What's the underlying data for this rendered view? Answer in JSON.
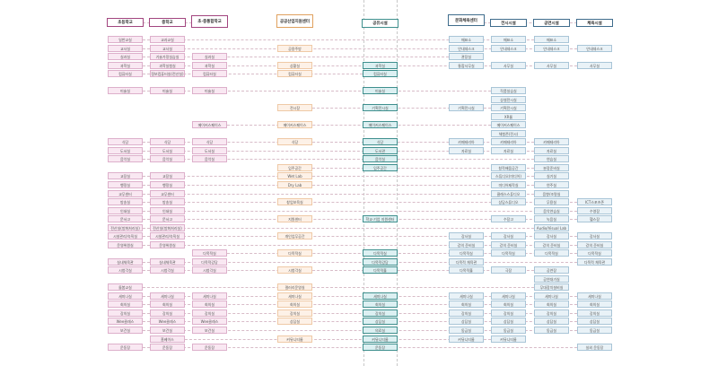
{
  "colors": {
    "pink_fill": "#f9e8f2",
    "pink_border": "#ddb0cb",
    "pink_header": "#a2457f",
    "orange_fill": "#fdf1e7",
    "orange_border": "#efc9a6",
    "orange_header": "#e0a15e",
    "teal_fill": "#dcf0f2",
    "teal_border": "#3e8f8d",
    "blue_fill": "#e9f2f7",
    "blue_border": "#a9c5d7",
    "blue_header": "#3f6c8c"
  },
  "columns": [
    {
      "key": "elem",
      "theme": "pink",
      "header": "초등학교",
      "items": [
        "일반교실",
        "교사실",
        "실과실",
        "과학실",
        "컴퓨터실",
        null,
        "미술실",
        null,
        null,
        null,
        null,
        null,
        "식당",
        "도서실",
        "음악실",
        null,
        "교장실",
        "행정실",
        "교무센터",
        "방송실",
        "인쇄실",
        "문서고",
        "전산실(방화처리실)",
        "시설관리/숙직실",
        "운영위원실",
        null,
        "실내체육관",
        "시청각실",
        null,
        "돌봄교실",
        "세미나실",
        "회의실",
        "강의실",
        "Wee클래스",
        "보건실",
        null,
        "운동장"
      ]
    },
    {
      "key": "middle",
      "theme": "pink",
      "header": "중학교",
      "items": [
        "교과교실",
        "교사실",
        "기술가정실습실",
        "과학실험실",
        "정보컴퓨터실(전산실)",
        null,
        "미술실",
        null,
        null,
        null,
        null,
        null,
        "식당",
        "도서실",
        "음악실",
        null,
        "교장실",
        "행정실",
        "교무센터",
        "방송실",
        "인쇄실",
        "문서고",
        "전산실(방화처리실)",
        "시설관리/숙직실",
        "운영위원실",
        null,
        "실내체육관",
        "시청각실",
        null,
        null,
        "세미나실",
        "회의실",
        "강의실",
        "Wee클래스",
        "보건실",
        "홈베이스",
        "운동장"
      ]
    },
    {
      "key": "integrated",
      "theme": "pink",
      "header": "초·중통합학교",
      "items": [
        null,
        null,
        "실과실",
        "과학실",
        "컴퓨터실",
        null,
        "미술실",
        null,
        null,
        null,
        "메이커스페이스",
        null,
        "식당",
        "도서실",
        "음악실",
        null,
        null,
        null,
        null,
        null,
        null,
        null,
        null,
        null,
        null,
        "다목적실",
        "다목적강당",
        "시청각실",
        null,
        null,
        "세미나실",
        "회의실",
        "강의실",
        "Wee클래스",
        "보건실",
        null,
        "운동장"
      ]
    },
    {
      "key": "industry",
      "theme": "orange",
      "header": "공공산업지원센터",
      "items": [
        null,
        "공용주방",
        null,
        "상황실",
        "컴퓨터실",
        null,
        null,
        null,
        "전시장",
        null,
        "메이커스페이스",
        null,
        "식당",
        null,
        null,
        "입주공간",
        "Wet Lab",
        "Dry Lab",
        null,
        "창업보육실",
        null,
        "지원센터",
        null,
        "개인업무공간",
        null,
        "다목적실",
        null,
        "시청각실",
        null,
        "갤러리운영실",
        "세미나실",
        "회의실",
        "강의실",
        "상담실",
        null,
        "커뮤니티룸",
        null
      ]
    },
    {
      "key": "shared",
      "theme": "teal",
      "header": "공유시설",
      "items": [
        null,
        null,
        null,
        "과학실",
        "컴퓨터실",
        null,
        "미술실",
        null,
        "기획전시실",
        null,
        "메이커스페이스",
        null,
        "식당",
        "도서관",
        "음악실",
        "입주공간",
        null,
        null,
        null,
        null,
        null,
        "학교·기업 지원센터",
        null,
        null,
        null,
        "다목적실",
        "다목적강당",
        "다목적홀",
        null,
        null,
        "세미나실",
        "회의실",
        "강의실",
        "상담실",
        "의료실",
        "커뮤니티룸",
        "운동장"
      ]
    },
    {
      "key": "culture",
      "theme": "blue",
      "header": "문화체육센터",
      "items": [
        "매표소",
        "안내데스크",
        "관장실",
        "통합사무실",
        null,
        null,
        null,
        null,
        "기획전시실",
        null,
        null,
        null,
        "카페테리아",
        "자료실",
        null,
        null,
        null,
        null,
        null,
        null,
        null,
        null,
        null,
        "강사실",
        "강의 준비실",
        "다목적실",
        "다목적 체육관",
        "다목적홀",
        null,
        null,
        "세미나실",
        "회의실",
        "강의실",
        "상담실",
        "동금실",
        "커뮤니티룸",
        null
      ]
    },
    {
      "key": "exhibit",
      "theme": "blue",
      "header": "전시시설",
      "items": [
        "매표소",
        "안내데스크",
        null,
        "사무실",
        null,
        null,
        "작품실습실",
        "상설전시실",
        "기획전시실",
        "XR룸",
        "메이커스페이스",
        "체험존(전시)",
        "카페테리아",
        "자료실",
        null,
        "창작배움공간",
        "스튜디오(미디어)",
        "미디어제작실",
        "클래스스튜디오",
        "상담스튜디오",
        null,
        "수장고",
        null,
        "강사실",
        "강의 준비실",
        "다목적실",
        null,
        "극장",
        null,
        null,
        "세미나실",
        "회의실",
        "강의실",
        "상담실",
        "동금실",
        "커뮤니티룸",
        null
      ]
    },
    {
      "key": "perform",
      "theme": "blue",
      "header": "공연시설",
      "items": [
        "매표소",
        "안내데스크",
        null,
        "사무실",
        null,
        null,
        null,
        null,
        null,
        null,
        null,
        null,
        "카페테리아",
        "자료실",
        "연습실",
        "분장준비실",
        "실기실",
        "연주실",
        "음향/조명실",
        "무용실",
        "음악연습실",
        "녹음실",
        "Audio/Visual Lab",
        "강사실",
        "강의 준비실",
        "다목적실",
        null,
        "공연장",
        "공연대기실",
        "무대장치설비실",
        "세미나실",
        "회의실",
        "강의실",
        "상담실",
        "동금실",
        null,
        null
      ]
    },
    {
      "key": "sports",
      "theme": "blue",
      "header": "체육시설",
      "items": [
        null,
        "안내데스크",
        null,
        "사무실",
        null,
        null,
        null,
        null,
        null,
        null,
        null,
        null,
        null,
        null,
        null,
        null,
        null,
        null,
        null,
        "ICT스포츠존",
        "수영장",
        "헬스장",
        null,
        "강사실",
        "강의 준비실",
        "다목적실",
        "다목적 체육관",
        null,
        null,
        null,
        "세미나실",
        "회의실",
        "강의실",
        "상담실",
        "동금실",
        null,
        "실외 운동장"
      ]
    }
  ]
}
